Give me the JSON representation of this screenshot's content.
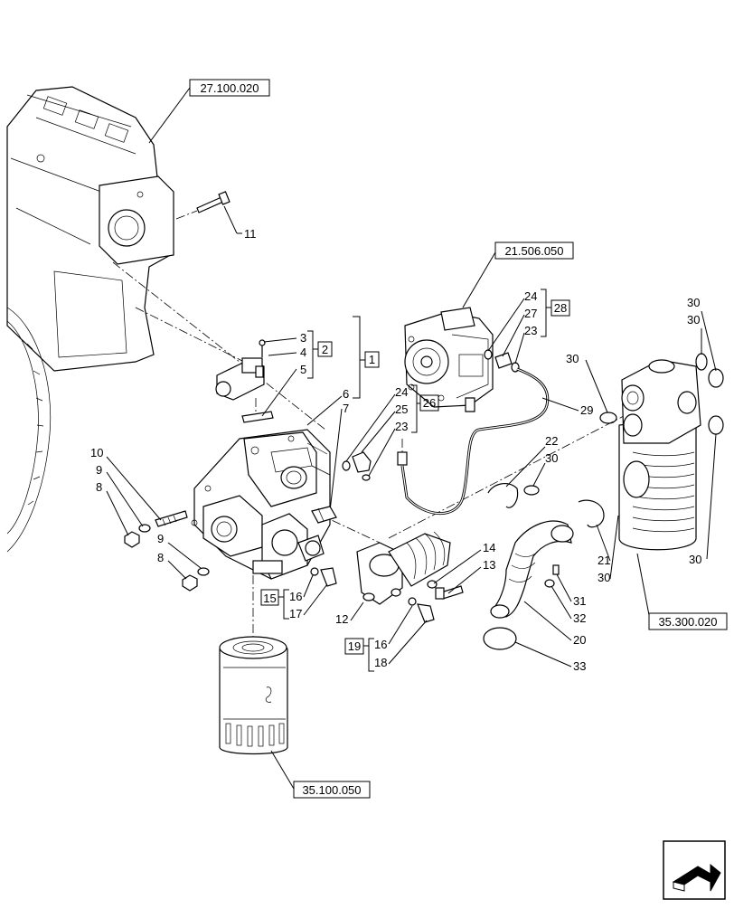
{
  "refs": {
    "engine": "27.100.020",
    "pump_group": "21.506.050",
    "tank": "35.300.020",
    "oil_filter": "35.100.050"
  },
  "groups": {
    "g1": "1",
    "g2": "2",
    "g15": "15",
    "g19": "19",
    "g26": "26",
    "g28": "28"
  },
  "callouts": {
    "c11": "11",
    "c3": "3",
    "c4": "4",
    "c5": "5",
    "c6": "6",
    "c7": "7",
    "c10": "10",
    "c9a": "9",
    "c8a": "8",
    "c9b": "9",
    "c8b": "8",
    "c16a": "16",
    "c17": "17",
    "c24a": "24",
    "c25": "25",
    "c23a": "23",
    "c24b": "24",
    "c27": "27",
    "c23b": "23",
    "c29": "29",
    "c22": "22",
    "c30a": "30",
    "c30b": "30",
    "c30c": "30",
    "c30d": "30",
    "c30e": "30",
    "c30f": "30",
    "c21": "21",
    "c14": "14",
    "c13": "13",
    "c12": "12",
    "c16b": "16",
    "c18": "18",
    "c31": "31",
    "c32": "32",
    "c20": "20",
    "c33": "33"
  }
}
